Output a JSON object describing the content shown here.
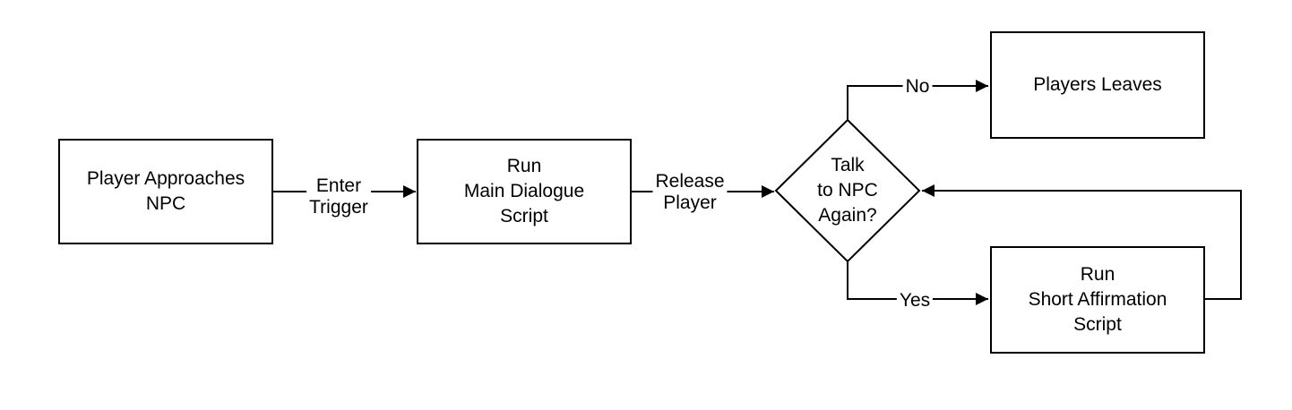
{
  "diagram": {
    "type": "flowchart",
    "colors": {
      "stroke": "#000000",
      "node_fill": "#ffffff",
      "text": "#000000",
      "background": "#ffffff"
    },
    "nodes": [
      {
        "id": "player-approaches-npc",
        "shape": "rectangle",
        "label": "Player Approaches\nNPC"
      },
      {
        "id": "run-main-dialogue-script",
        "shape": "rectangle",
        "label": "Run\nMain Dialogue\nScript"
      },
      {
        "id": "talk-to-npc-again",
        "shape": "diamond",
        "label": "Talk\nto NPC\nAgain?"
      },
      {
        "id": "players-leaves",
        "shape": "rectangle",
        "label": "Players Leaves"
      },
      {
        "id": "run-short-affirmation-script",
        "shape": "rectangle",
        "label": "Run\nShort Affirmation\nScript"
      }
    ],
    "edges": [
      {
        "from": "player-approaches-npc",
        "to": "run-main-dialogue-script",
        "label": "Enter\nTrigger"
      },
      {
        "from": "run-main-dialogue-script",
        "to": "talk-to-npc-again",
        "label": "Release\nPlayer"
      },
      {
        "from": "talk-to-npc-again",
        "to": "players-leaves",
        "label": "No"
      },
      {
        "from": "talk-to-npc-again",
        "to": "run-short-affirmation-script",
        "label": "Yes"
      },
      {
        "from": "run-short-affirmation-script",
        "to": "talk-to-npc-again",
        "label": ""
      }
    ]
  }
}
